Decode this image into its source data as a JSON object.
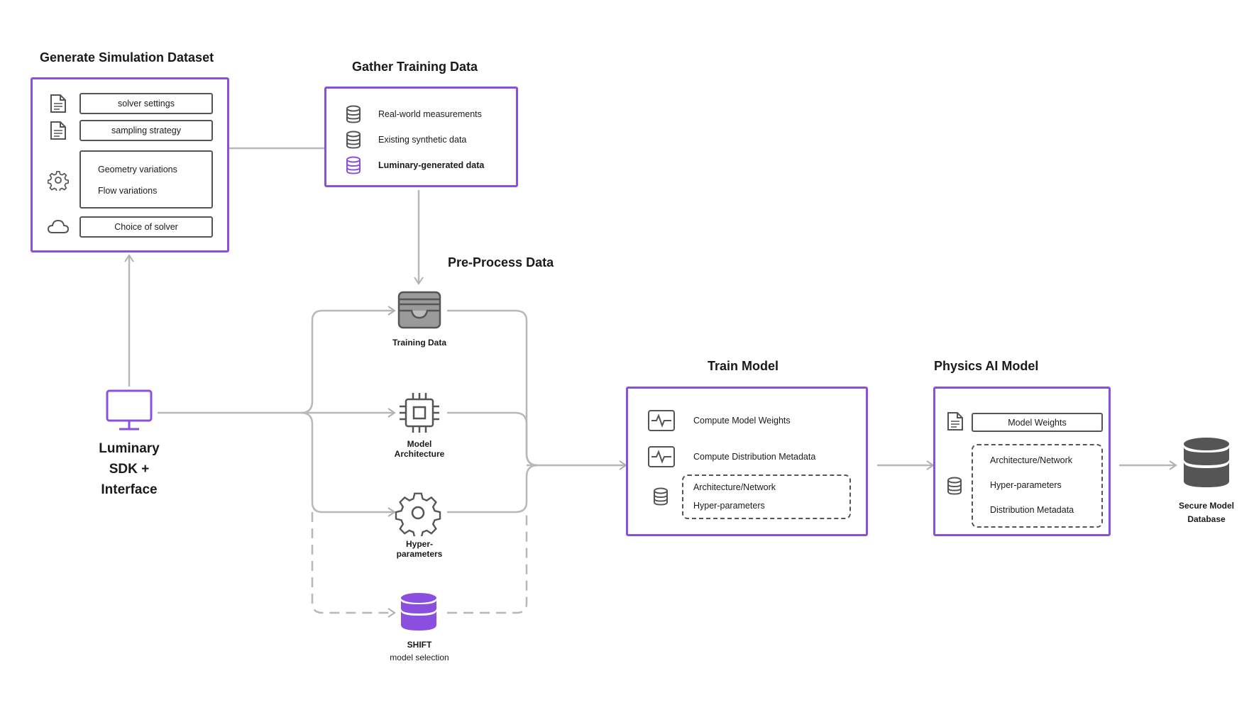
{
  "generate": {
    "title": "Generate Simulation Dataset",
    "solver_settings": "solver settings",
    "sampling_strategy": "sampling strategy",
    "geometry_variations": "Geometry variations",
    "flow_variations": "Flow variations",
    "choice_of_solver": "Choice of solver"
  },
  "gather": {
    "title": "Gather Training Data",
    "items": [
      "Real-world measurements",
      "Existing synthetic data",
      "Luminary-generated data"
    ]
  },
  "preprocess": {
    "title": "Pre-Process Data",
    "training_data": "Training Data",
    "model_architecture": [
      "Model",
      "Architecture"
    ],
    "hyper_parameters": [
      "Hyper-",
      "parameters"
    ],
    "shift": [
      "SHIFT",
      "model selection"
    ]
  },
  "sdk": {
    "label": [
      "Luminary",
      "SDK +",
      "Interface"
    ]
  },
  "train": {
    "title": "Train Model",
    "weights": "Compute Model Weights",
    "distribution": "Compute Distribution Metadata",
    "arch": "Architecture/Network",
    "hyper": "Hyper-parameters"
  },
  "physics": {
    "title": "Physics AI Model",
    "weights": "Model Weights",
    "arch": "Architecture/Network",
    "hyper": "Hyper-parameters",
    "distribution": "Distribution Metadata"
  },
  "database": {
    "label": [
      "Secure Model",
      "Database"
    ]
  },
  "colors": {
    "accent": "#8b4fe0",
    "line": "#b8b8b8",
    "icon": "#555555"
  }
}
